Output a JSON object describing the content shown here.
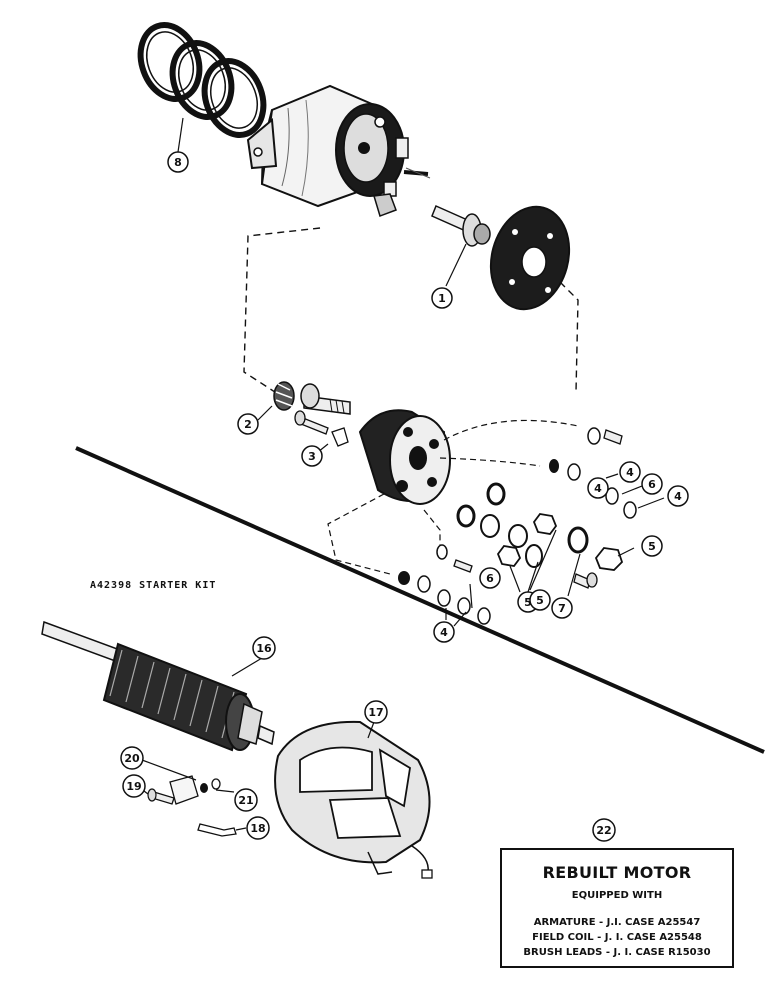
{
  "diagram": {
    "kit_label": "A42398 STARTER KIT",
    "callouts": [
      "1",
      "2",
      "3",
      "4",
      "4",
      "4",
      "4",
      "5",
      "5",
      "5",
      "6",
      "6",
      "7",
      "8",
      "16",
      "17",
      "18",
      "19",
      "20",
      "21",
      "22"
    ],
    "rebuilt_box": {
      "title": "REBUILT MOTOR",
      "subtitle": "EQUIPPED WITH",
      "lines": [
        "ARMATURE - J.I. CASE A25547",
        "FIELD COIL - J. I. CASE A25548",
        "BRUSH LEADS - J. I. CASE R15030"
      ]
    }
  }
}
